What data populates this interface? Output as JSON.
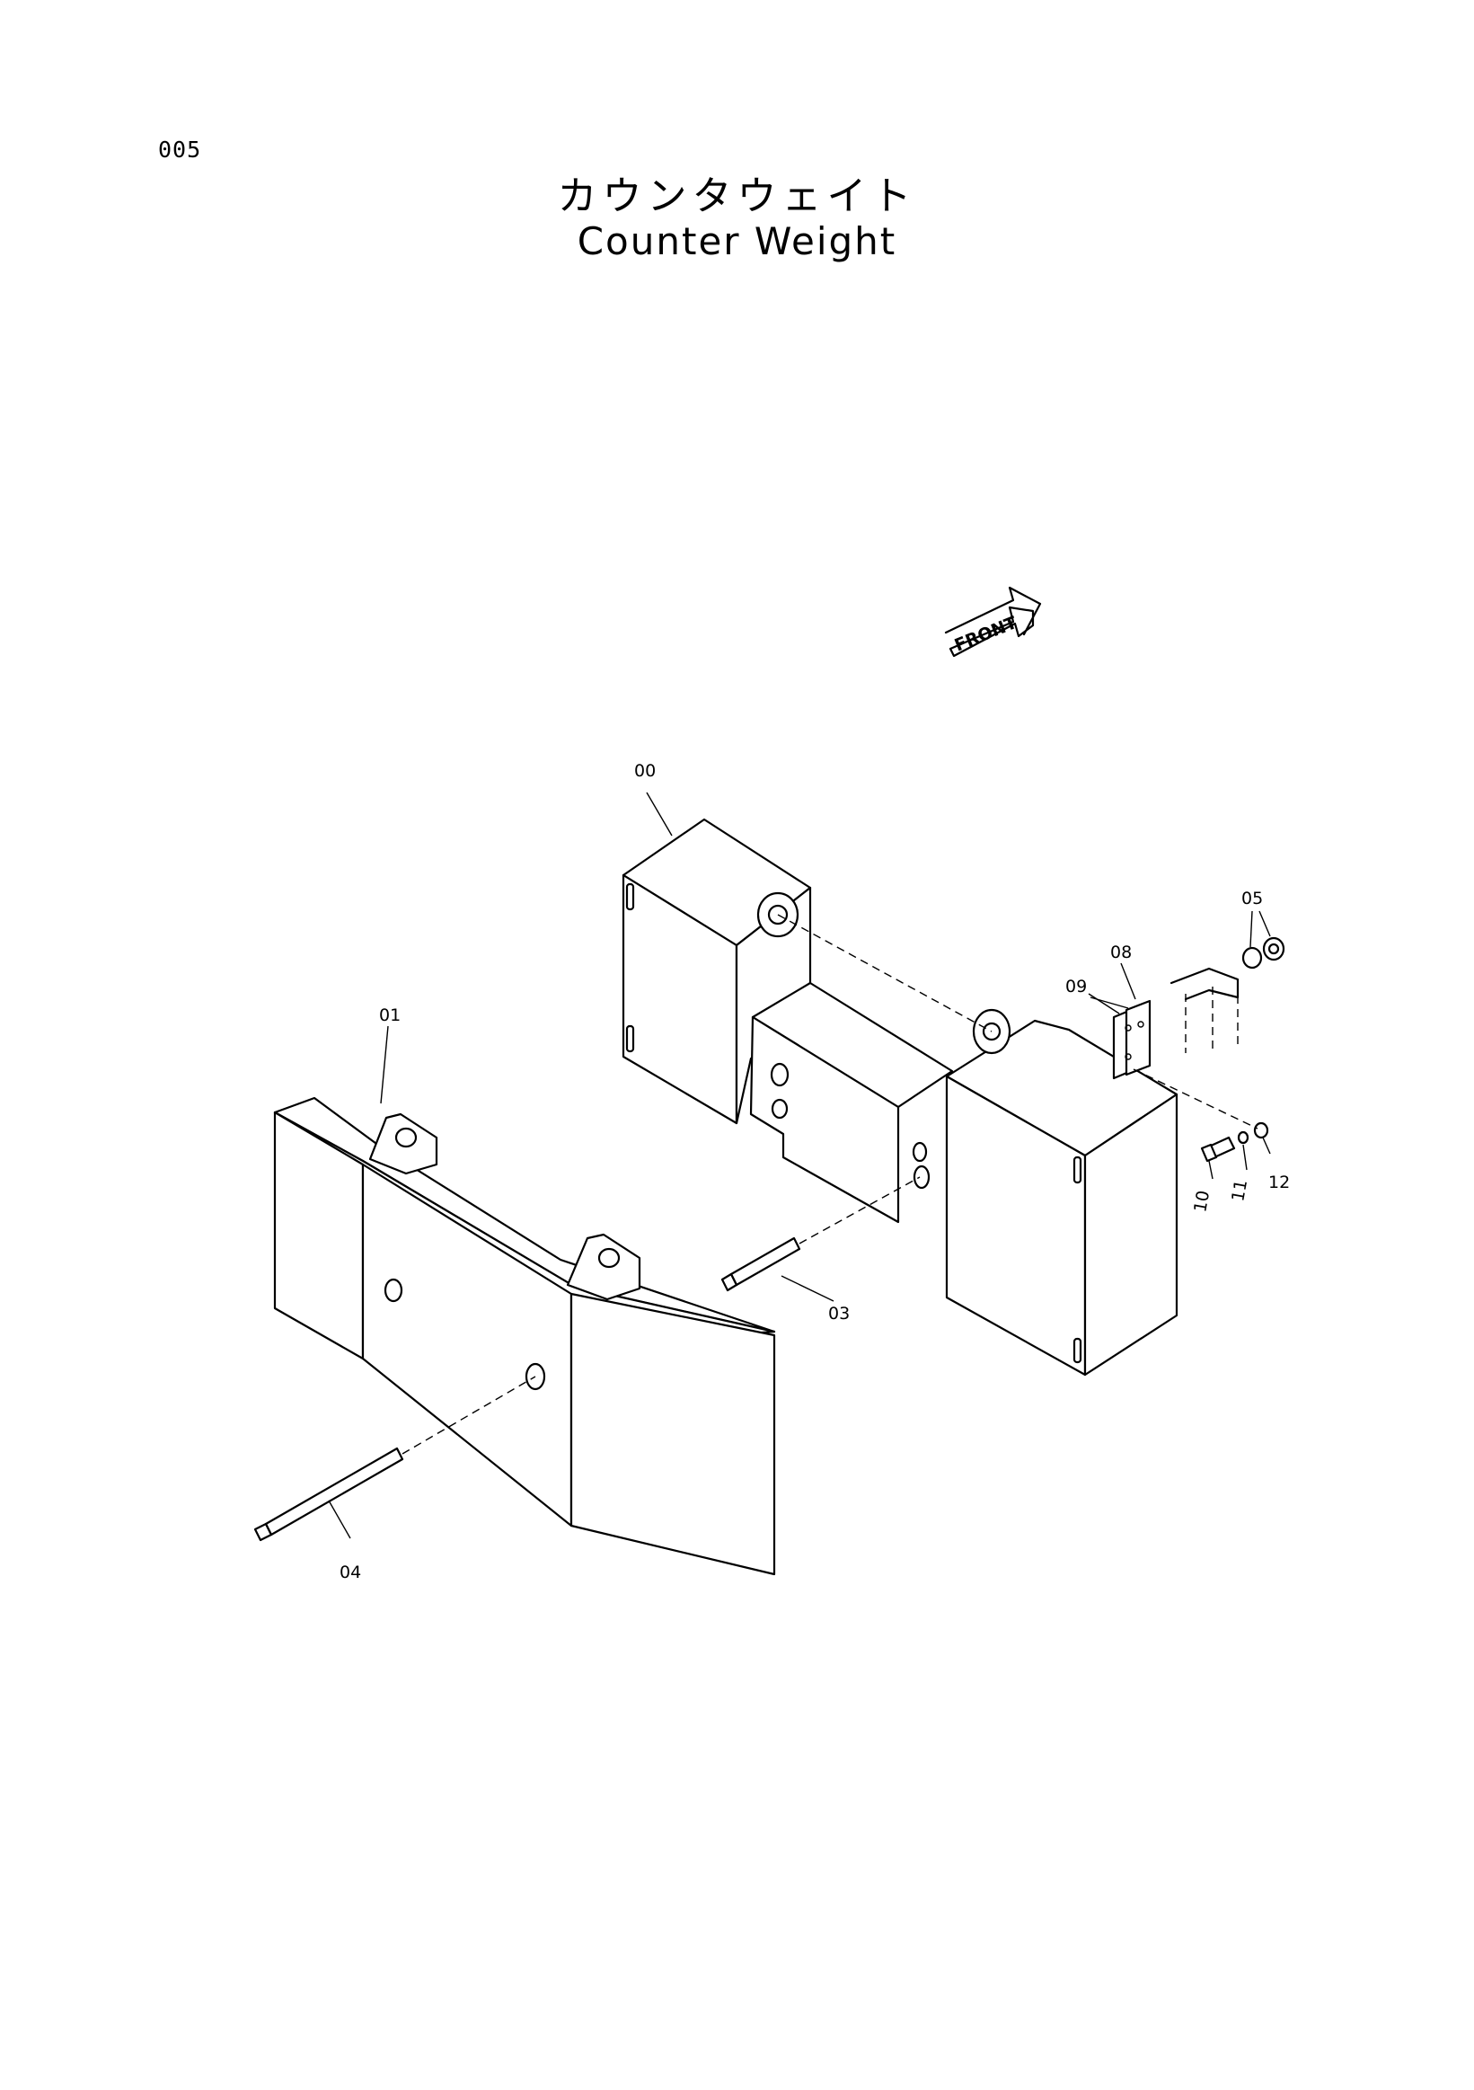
{
  "page": {
    "number": "005",
    "title_jp": "カウンタウェイト",
    "title_en": "Counter Weight"
  },
  "front_label": "FRONT",
  "callouts": {
    "c00": "00",
    "c01": "01",
    "c03": "03",
    "c04": "04",
    "c05": "05",
    "c08": "08",
    "c09": "09",
    "c10": "10",
    "c11": "11",
    "c12": "12"
  }
}
